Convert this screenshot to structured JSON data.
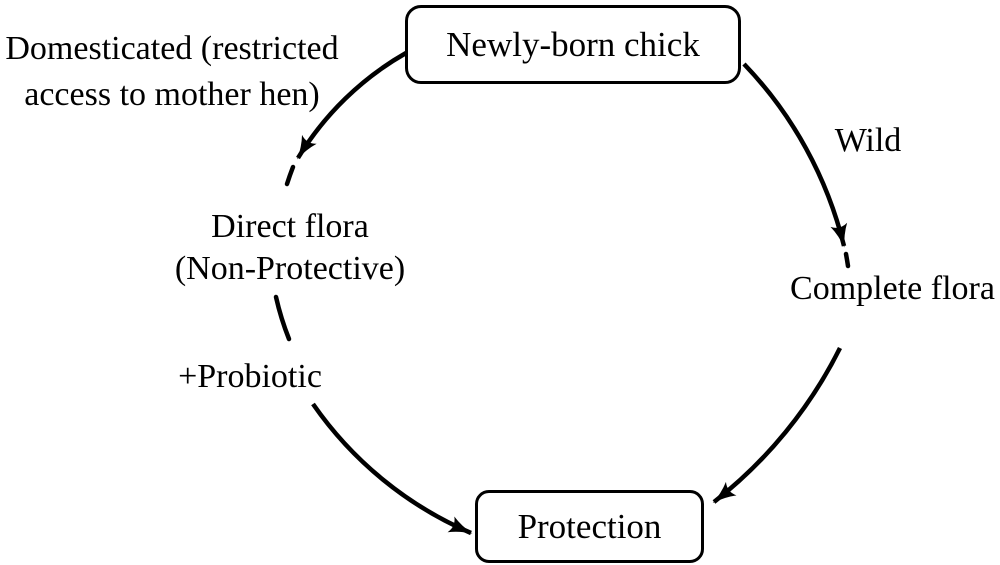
{
  "diagram": {
    "background_color": "#ffffff",
    "stroke_color": "#000000",
    "text_color": "#000000",
    "nodes": {
      "newly_born_chick": "Newly-born chick",
      "protection": "Protection"
    },
    "edge_labels": {
      "domesticated_line1": "Domesticated (restricted",
      "domesticated_line2": "access to mother hen)",
      "wild": "Wild"
    },
    "stage_labels": {
      "direct_flora_line1": "Direct flora",
      "direct_flora_line2": "(Non-Protective)",
      "probiotic": "+Probiotic",
      "complete_flora": "Complete flora"
    }
  }
}
